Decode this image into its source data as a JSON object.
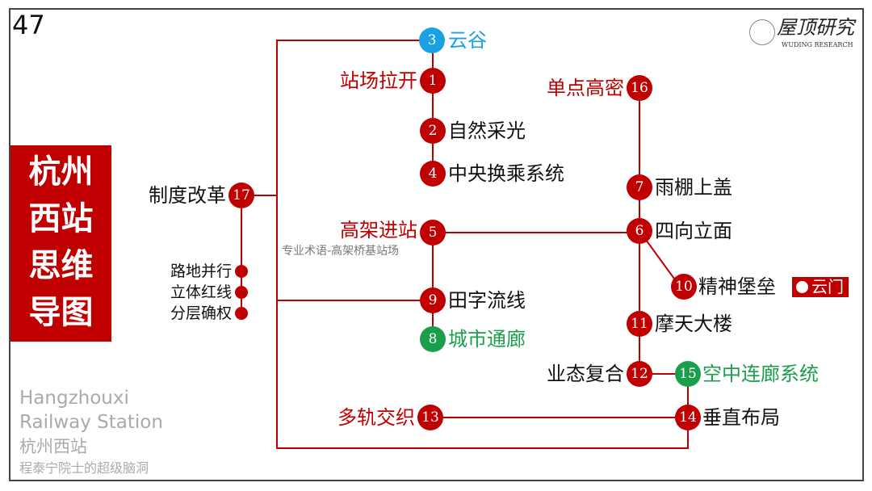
{
  "page_number": "47",
  "title_lines": [
    "杭州",
    "西站",
    "思维",
    "导图"
  ],
  "logo": {
    "cn": "屋顶研究",
    "en": "WUDING RESEARCH"
  },
  "colors": {
    "red": "#c00000",
    "blue": "#1ba1e2",
    "green": "#1b9e4b"
  },
  "nodes": {
    "n1": {
      "num": "1",
      "label": "站场拉开"
    },
    "n2": {
      "num": "2",
      "label": "自然采光"
    },
    "n3": {
      "num": "3",
      "label": "云谷"
    },
    "n4": {
      "num": "4",
      "label": "中央换乘系统"
    },
    "n5": {
      "num": "5",
      "label": "高架进站",
      "note": "专业术语-高架桥基站场"
    },
    "n6": {
      "num": "6",
      "label": "四向立面"
    },
    "n7": {
      "num": "7",
      "label": "雨棚上盖"
    },
    "n8": {
      "num": "8",
      "label": "城市通廊"
    },
    "n9": {
      "num": "9",
      "label": "田字流线"
    },
    "n10": {
      "num": "10",
      "label": "精神堡垒",
      "badge": "云门"
    },
    "n11": {
      "num": "11",
      "label": "摩天大楼"
    },
    "n12": {
      "num": "12",
      "label": "业态复合"
    },
    "n13": {
      "num": "13",
      "label": "多轨交织"
    },
    "n14": {
      "num": "14",
      "label": "垂直布局"
    },
    "n15": {
      "num": "15",
      "label": "空中连廊系统"
    },
    "n16": {
      "num": "16",
      "label": "单点高密"
    },
    "n17": {
      "num": "17",
      "label": "制度改革",
      "subs": [
        "路地并行",
        "立体红线",
        "分层确权"
      ]
    }
  },
  "footer": {
    "en1": "Hangzhouxi",
    "en2": "Railway Station",
    "cn": "杭州西站",
    "tagline": "程泰宁院士的超级脑洞"
  }
}
